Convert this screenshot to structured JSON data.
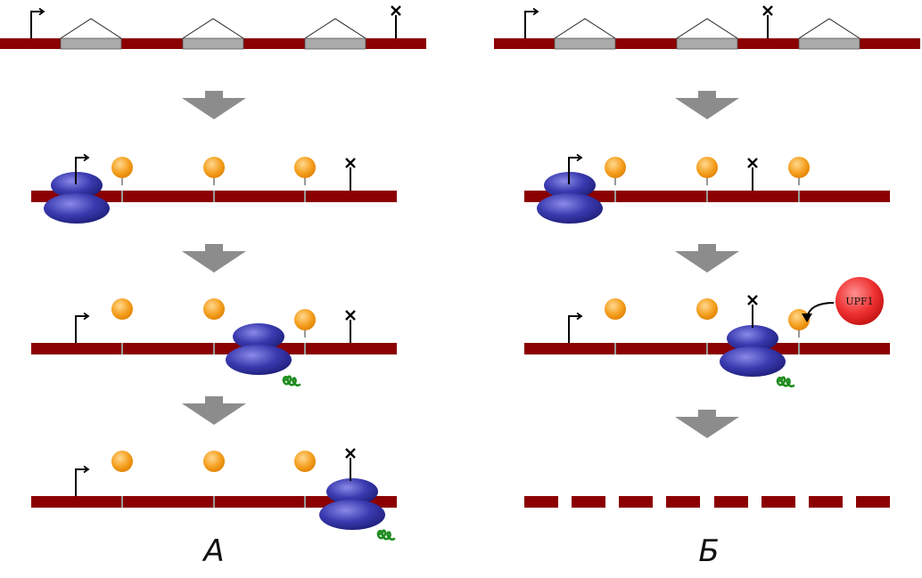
{
  "labels": {
    "panel_a": "A",
    "panel_b": "Б",
    "protein": "UPF1"
  },
  "colors": {
    "mrna": "#8b0000",
    "intron_fill": "#aaaaaa",
    "arrow": "#8c8c8c",
    "ribosome": "#3a3ab0",
    "ejc": "#f5a020",
    "peptide": "#1f8c1f",
    "upf1": "#ee3030"
  },
  "icons": {
    "start": "start-codon-flag-icon",
    "stop": "stop-codon-x-icon",
    "flow": "down-arrow-icon",
    "ribosome": "ribosome-icon",
    "ejc": "exon-junction-complex-icon",
    "peptide": "nascent-peptide-icon",
    "upf1": "upf1-protein-icon"
  }
}
